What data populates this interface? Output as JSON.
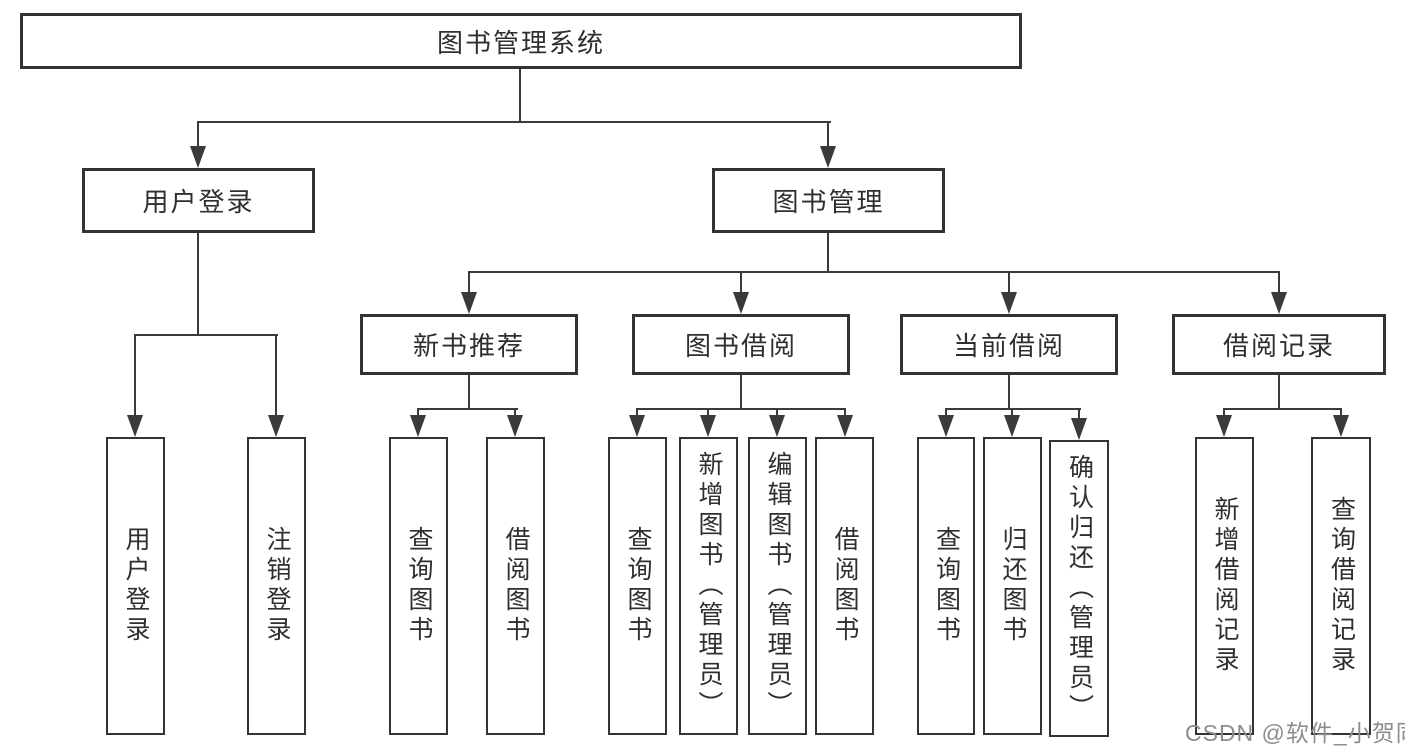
{
  "tree": {
    "root": {
      "label": "图书管理系统"
    },
    "branches": [
      {
        "label": "用户登录",
        "children": [
          {
            "label": "用户登录"
          },
          {
            "label": "注销登录"
          }
        ]
      },
      {
        "label": "图书管理",
        "sections": [
          {
            "label": "新书推荐",
            "children": [
              {
                "label": "查询图书"
              },
              {
                "label": "借阅图书"
              }
            ]
          },
          {
            "label": "图书借阅",
            "children": [
              {
                "label": "查询图书"
              },
              {
                "label": "新增图书（管理员）"
              },
              {
                "label": "编辑图书（管理员）"
              },
              {
                "label": "借阅图书"
              }
            ]
          },
          {
            "label": "当前借阅",
            "children": [
              {
                "label": "查询图书"
              },
              {
                "label": "归还图书"
              },
              {
                "label": "确认归还（管理员）"
              }
            ]
          },
          {
            "label": "借阅记录",
            "children": [
              {
                "label": "新增借阅记录"
              },
              {
                "label": "查询借阅记录"
              }
            ]
          }
        ]
      }
    ]
  },
  "watermark": {
    "text": "CSDN @软件_小贺同学"
  },
  "colors": {
    "line": "#3a3a3a",
    "border": "#333333",
    "text": "#2f2f2f",
    "background": "#ffffff",
    "watermark": "#8d8d8d"
  }
}
